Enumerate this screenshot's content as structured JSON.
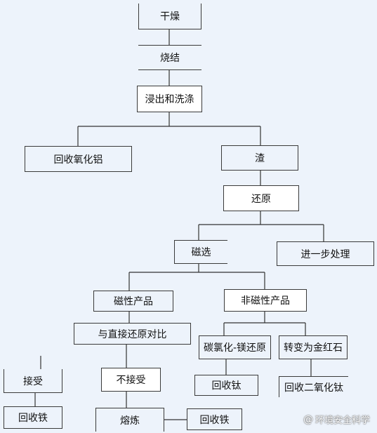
{
  "nodes": {
    "dry": "干燥",
    "roast": "烧结",
    "leach": "浸出和洗涤",
    "al": "回收氧化铝",
    "slag": "渣",
    "reduce": "还原",
    "magsep": "磁选",
    "further": "进一步处理",
    "mag": "磁性产品",
    "nonmag": "非磁性产品",
    "cmp": "与直接还原对比",
    "carb": "碳氯化-镁还原",
    "rutile": "转变为金红石",
    "accept": "接受",
    "reject": "不接受",
    "rec_ti": "回收钛",
    "rec_tio2": "回收二氧化钛",
    "rec_fe1": "回收铁",
    "smelt": "熔炼",
    "rec_fe2": "回收铁"
  },
  "watermark": {
    "at": "@",
    "text": "环境安全科学"
  },
  "colors": {
    "background": "#edf3fb",
    "box_border": "#3a3a3a",
    "line": "#333333"
  }
}
